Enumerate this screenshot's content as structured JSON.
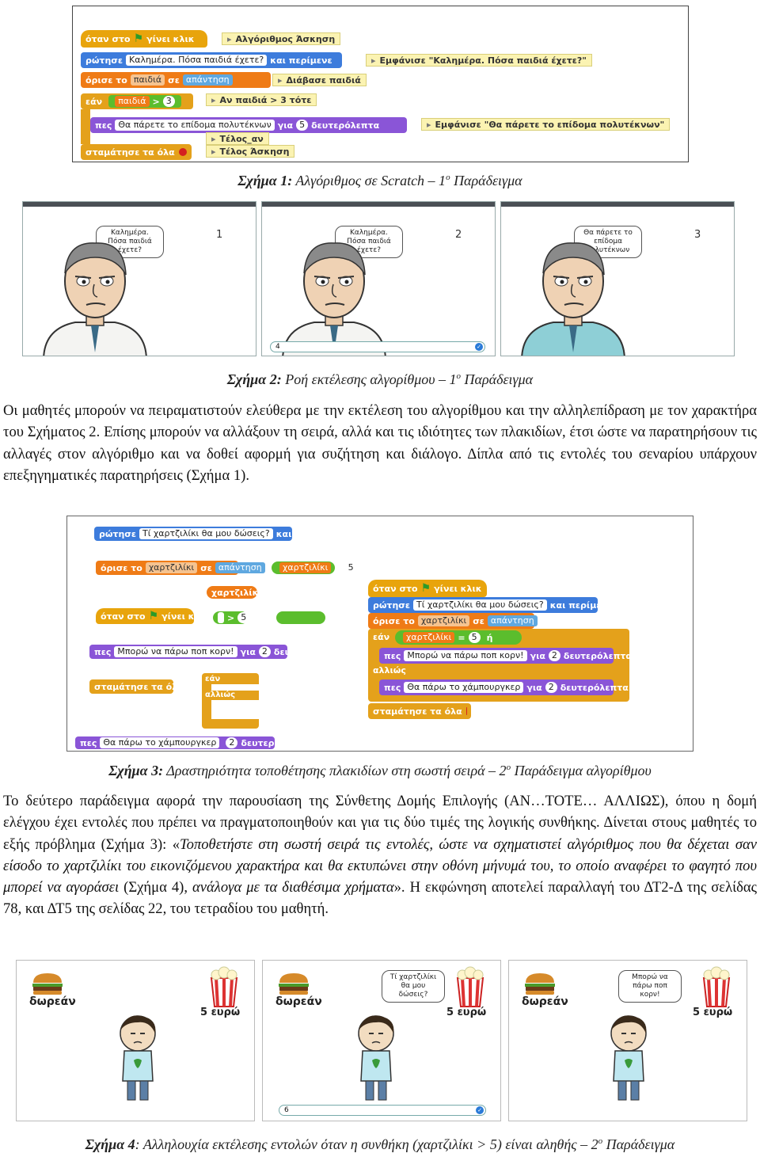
{
  "fig1": {
    "blocks": {
      "when_flag_1": "όταν στο",
      "when_flag_2": "γίνει κλικ",
      "ask_1": "ρώτησε",
      "ask_text": "Καλημέρα. Πόσα παιδιά έχετε?",
      "ask_2": "και περίμενε",
      "set_1": "όρισε το",
      "set_var": "παιδιά",
      "set_2": "σε",
      "set_val": "απάντηση",
      "if_label": "εάν",
      "if_var": "παιδιά",
      "if_op": ">",
      "if_num": "3",
      "say_1": "πες",
      "say_text": "Θα πάρετε το επίδομα πολυτέκνων",
      "say_2": "για",
      "say_num": "5",
      "say_3": "δευτερόλεπτα",
      "stop": "σταμάτησε τα όλα"
    },
    "comments": {
      "c1": "Αλγόριθμος Άσκηση",
      "c2": "Εμφάνισε \"Καλημέρα. Πόσα παιδιά έχετε?\"",
      "c3": "Διάβασε παιδιά",
      "c4": "Αν παιδιά > 3 τότε",
      "c5": "Εμφάνισε \"Θα πάρετε το επίδομα πολυτέκνων\"",
      "c6": "Τέλος_αν",
      "c7": "Τέλος Άσκηση"
    },
    "caption_label": "Σχήμα 1:",
    "caption_text": " Αλγόριθμος σε Scratch – 1",
    "caption_sup": "ο",
    "caption_tail": " Παράδειγμα"
  },
  "fig2": {
    "frames": [
      {
        "bubble": "Καλημέρα. Πόσα παιδιά έχετε?",
        "counter": "1",
        "answer": ""
      },
      {
        "bubble": "Καλημέρα. Πόσα παιδιά έχετε?",
        "counter": "2",
        "answer": "4"
      },
      {
        "bubble": "Θα πάρετε το επίδομα πολυτέκνων",
        "counter": "3",
        "answer": ""
      }
    ],
    "caption_label": "Σχήμα 2:",
    "caption_text": " Ροή εκτέλεσης αλγορίθμου – 1",
    "caption_sup": "ο",
    "caption_tail": " Παράδειγμα"
  },
  "para1": "Οι μαθητές μπορούν να πειραματιστούν ελεύθερα με την εκτέλεση του αλγορίθμου και την αλληλεπίδραση με τον χαρακτήρα του Σχήματος 2. Επίσης μπορούν να αλλάξουν τη σειρά, αλλά και τις ιδιότητες των πλακιδίων, έτσι ώστε να παρατηρήσουν τις αλλαγές στον αλγόριθμο και να δοθεί αφορμή για συζήτηση και διάλογο. Δίπλα από τις εντολές του σεναρίου υπάρχουν επεξηγηματικές παρατηρήσεις (Σχήμα 1).",
  "fig3": {
    "ask_text": "Τί χαρτζιλίκι θα μου δώσεις?",
    "ask_1": "ρώτησε",
    "ask_2": "και περίμενε",
    "set_1": "όρισε το",
    "set_var": "χαρτζιλίκι",
    "set_2": "σε",
    "set_val": "απάντηση",
    "eq_var": "χαρτζιλίκι",
    "eq_op": "=",
    "eq_num": "5",
    "var_block": "χαρτζιλίκι",
    "flag_1": "όταν στο",
    "flag_2": "γίνει κλικ",
    "gt_op": ">",
    "gt_num": "5",
    "or_op": "ή",
    "say_1": "πες",
    "say_text_a": "Μπορώ να πάρω ποπ κορν!",
    "say_text_b": "Θα πάρω το χάμπουργκερ",
    "say_2": "για",
    "say_num": "2",
    "say_3": "δευτερόλεπτα",
    "stop": "σταμάτησε τα όλα",
    "if_label": "εάν",
    "else_label": "αλλιώς",
    "caption_label": "Σχήμα 3:",
    "caption_text": " Δραστηριότητα τοποθέτησης πλακιδίων στη σωστή σειρά – 2",
    "caption_sup": "ο",
    "caption_tail": " Παράδειγμα αλγορίθμου"
  },
  "para2_a": "Το δεύτερο παράδειγμα αφορά την παρουσίαση της Σύνθετης Δομής Επιλογής (ΑΝ…ΤΟΤΕ… ΑΛΛΙΩΣ), όπου η δομή ελέγχου έχει εντολές που πρέπει να πραγματοποιηθούν και για τις δύο τιμές της λογικής συνθήκης. Δίνεται στους μαθητές το εξής πρόβλημα (Σχήμα 3): «",
  "para2_i1": "Τοποθετήστε στη σωστή σειρά τις εντολές, ώστε να σχηματιστεί αλγόριθμος που θα δέχεται σαν είσοδο το χαρτζιλίκι του εικονιζόμενου χαρακτήρα και θα εκτυπώνει στην οθόνη μήνυμά του, το οποίο αναφέρει το φαγητό που μπορεί να αγοράσει",
  "para2_b": " (Σχήμα 4), ",
  "para2_i2": "ανάλογα με τα διαθέσιμα χρήματα",
  "para2_c": "». Η εκφώνηση αποτελεί παραλλαγή του ΔΤ2-Δ της σελίδας 78, και ΔΤ5 της σελίδας 22, του τετραδίου του μαθητή.",
  "fig4": {
    "free": "δωρεάν",
    "price": "5 ευρώ",
    "frames": [
      {
        "bubble": "",
        "answer": ""
      },
      {
        "bubble": "Τί χαρτζιλίκι θα μου δώσεις?",
        "answer": ""
      },
      {
        "bubble": "Μπορώ να πάρω ποπ κορν!",
        "answer": ""
      }
    ],
    "answer_value": "6",
    "caption_label": "Σχήμα 4",
    "caption_text": ": Αλληλουχία εκτέλεσης εντολών όταν η συνθήκη (χαρτζιλίκι > 5) είναι αληθής – 2",
    "caption_sup": "ο",
    "caption_tail": " Παράδειγμα"
  }
}
